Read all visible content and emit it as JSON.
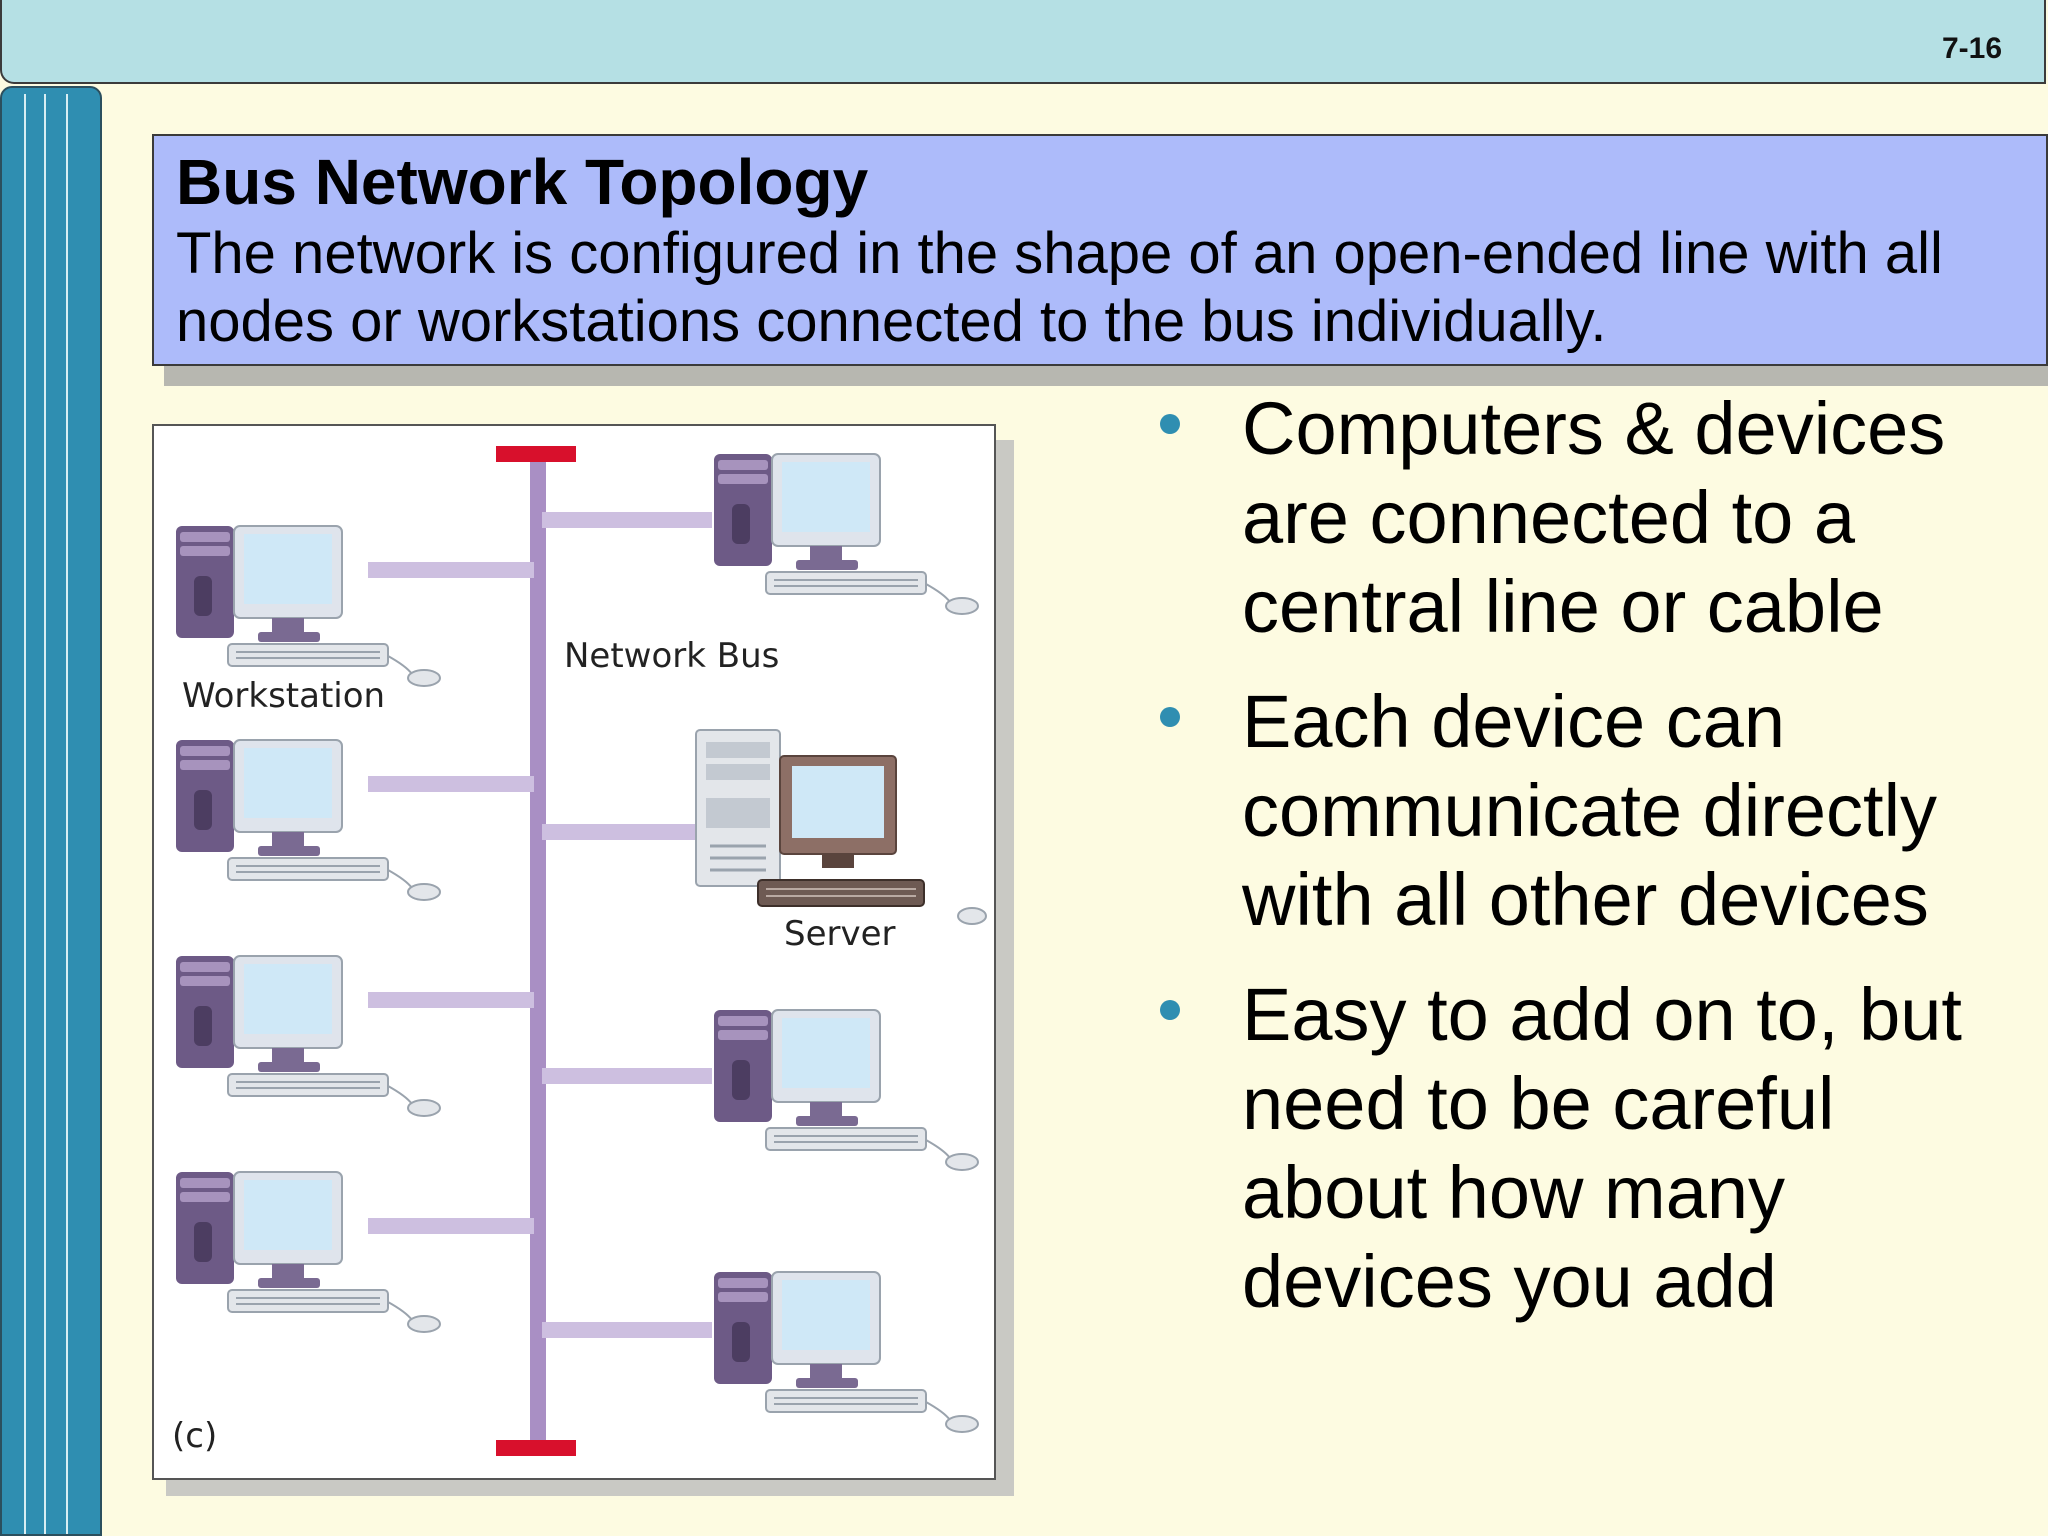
{
  "header": {
    "slide_number": "7-16"
  },
  "title_box": {
    "title": "Bus Network Topology",
    "subtitle": "The network is configured in the shape of an open-ended line with all nodes or workstations connected to the bus individually."
  },
  "figure": {
    "label_workstation": "Workstation",
    "label_network_bus": "Network Bus",
    "label_server": "Server",
    "label_panel": "(c)"
  },
  "bullets": [
    {
      "text": "Computers & devices are connected to a central line or cable"
    },
    {
      "text": "Each device can communicate directly with all other devices"
    },
    {
      "text": "Easy to add on to, but need to be careful about how many devices you add"
    }
  ],
  "colors": {
    "background": "#fdfbe1",
    "top_band": "#b5e0e4",
    "left_bar": "#2f8eb1",
    "title_box": "#adbbfa",
    "bus_line": "#a98fc4",
    "bus_terminator": "#d8102c",
    "bullet_dot": "#2f8eb1"
  }
}
